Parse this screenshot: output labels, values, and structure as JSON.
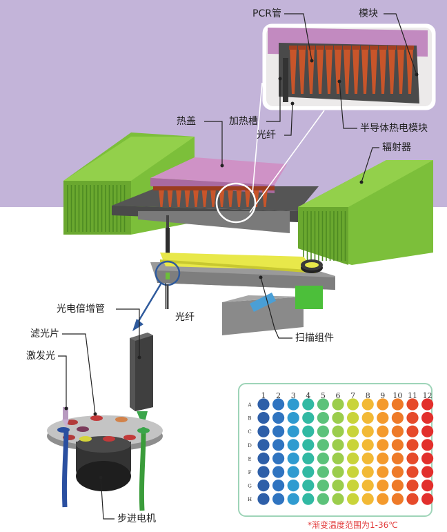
{
  "labels": {
    "pcr_tube": "PCR管",
    "module": "模块",
    "heated_lid": "热盖",
    "heating_slot": "加热槽",
    "fiber_top": "光纤",
    "peltier": "半导体热电模块",
    "radiator": "辐射器",
    "pmt": "光电倍增管",
    "fiber_mid": "光纤",
    "filter": "滤光片",
    "excitation": "激发光",
    "scan_assembly": "扫描组件",
    "stepper_motor": "步进电机"
  },
  "plate": {
    "columns": [
      "1",
      "2",
      "3",
      "4",
      "5",
      "6",
      "7",
      "8",
      "9",
      "10",
      "11",
      "12"
    ],
    "rows": [
      "A",
      "B",
      "C",
      "D",
      "E",
      "F",
      "G",
      "H"
    ],
    "column_colors": [
      "#2e5fa8",
      "#2f74c0",
      "#2f9bd0",
      "#31b9a3",
      "#5cc27a",
      "#9bcd4c",
      "#c9d43a",
      "#f2b935",
      "#f49a2c",
      "#ee7a28",
      "#e64a2a",
      "#e22f2c"
    ],
    "footnote": "*渐变温度范围为1-36℃"
  },
  "colors": {
    "purple_bg": "#c3b4d9",
    "radiator_green": "#7cbf3a",
    "heated_lid": "#c98bc0",
    "tube_orange": "#c8552a",
    "scan_rail": "#e8e84a",
    "circle_outline": "#2f5a9c"
  }
}
